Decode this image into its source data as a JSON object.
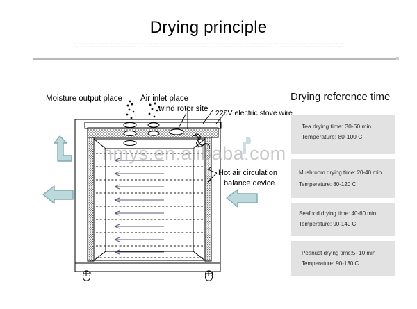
{
  "slide": {
    "title": "Drying principle",
    "body_paragraph": "a quick dehydrated machine can dehydrate full dehydrate, is a dehydrating machine of high efficient and low consumption that is base to quick and automatic dry dehydrate and dry for fruit, hot air circulating and the heater inside meanwhile the hot air circulation uniformity, drying fast speed, high efficient, energy save the machine has automatic temperature control and timing device, can control the time and temperature on demand, the machine widely used in food, vegetable, fruit, tea, herb, chemical, electronic industry and so on. simple operation, save electricity and environment protection no pollution."
  },
  "reference": {
    "heading": "Drying reference time",
    "items": [
      {
        "line1": "Tea drying time: 30-60 min",
        "line2": "Temperature: 80-100 C"
      },
      {
        "line1": "Mushroom drying time: 20-40 min",
        "line2": "Temperature: 80-120 C"
      },
      {
        "line1": "Seafood drying time: 40-60 min",
        "line2": "Temperature: 90-140 C"
      },
      {
        "line1": "Peanust drying time:5- 10 min",
        "line2": "Temperature: 90-130 C"
      }
    ]
  },
  "diagram": {
    "labels": {
      "moisture_output": "Moisture output place",
      "air_inlet": "Air inlet place",
      "wind_rotor": "wind rotor site",
      "stove_wire": "220V electric stove wire",
      "hot_air_line1": "Hot air circulation",
      "hot_air_line2": "balance device"
    },
    "arrows": {
      "exhaust_up": "exhaust-arrow-up",
      "outflow_left": "airflow-arrow-left",
      "inflow_left": "airflow-arrow-left-inlet"
    },
    "tray_count": 8,
    "caster_count": 2
  },
  "watermark": {
    "text": "hmys.en.alibaba.com",
    "logo": "alibaba-logo"
  },
  "colors": {
    "arrow_fill": "#bcd9dd",
    "arrow_stroke": "#7fa9ae",
    "box_bg": "#e2e2e2",
    "rule": "#b8b8b8",
    "ink": "#000000"
  }
}
